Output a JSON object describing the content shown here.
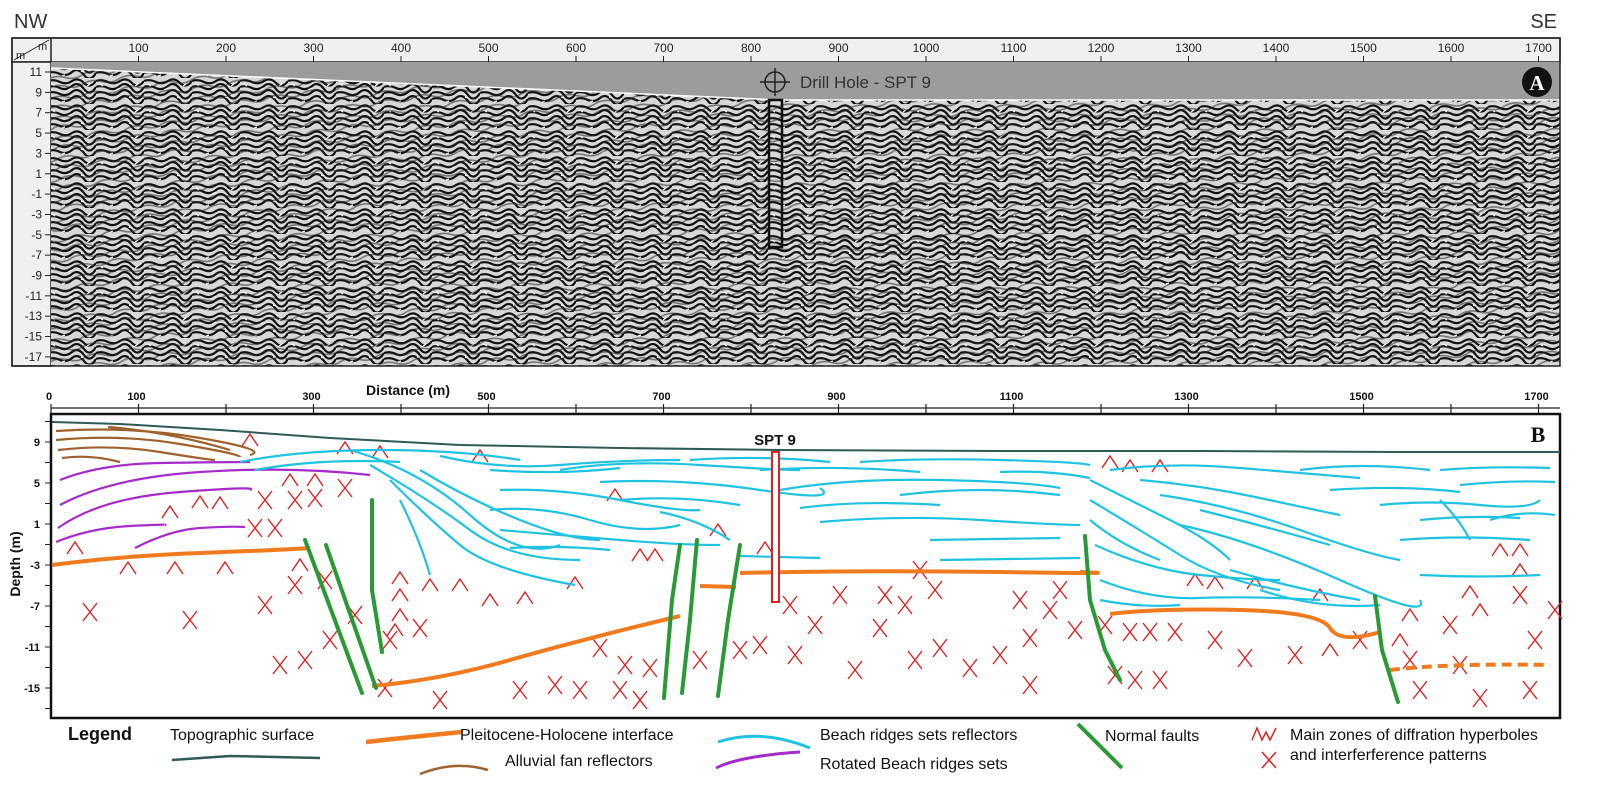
{
  "panel_a": {
    "nw_label": "NW",
    "se_label": "SE",
    "unit_top": "m",
    "unit_left": "m",
    "distance_ticks": [
      "100",
      "200",
      "300",
      "400",
      "500",
      "600",
      "700",
      "800",
      "900",
      "1000",
      "1100",
      "1200",
      "1300",
      "1400",
      "1500",
      "1600",
      "1700"
    ],
    "depth_ticks": [
      "11",
      "9",
      "7",
      "5",
      "3",
      "1",
      "-1",
      "-3",
      "-5",
      "-7",
      "-9",
      "-11",
      "-13",
      "-15",
      "-17"
    ],
    "drill_hole_label": "Drill Hole - SPT 9",
    "panel_letter": "A"
  },
  "panel_b": {
    "x_axis_title": "Distance (m)",
    "y_axis_title": "Depth (m)",
    "distance_ticks": [
      "0",
      "100",
      "300",
      "500",
      "700",
      "900",
      "1100",
      "1300",
      "1500",
      "1700"
    ],
    "depth_ticks": [
      "9",
      "5",
      "1",
      "-3",
      "-7",
      "-11",
      "-15"
    ],
    "spt_label": "SPT 9",
    "panel_letter": "B"
  },
  "legend": {
    "title": "Legend",
    "items": {
      "topographic": "Topographic surface",
      "alluvial": "Alluvial fan reflectors",
      "interface": "Pleitocene-Holocene interface",
      "beach_ridges": "Beach ridges sets reflectors",
      "rotated": "Rotated Beach ridges sets",
      "faults": "Normal faults",
      "diffraction_1": "Main zones of diffration hyperboles",
      "diffraction_2": "and interferference patterns"
    }
  },
  "colors": {
    "topographic": "#2f5a55",
    "alluvial": "#a0622d",
    "interface": "#f07a1e",
    "beach_ridges": "#1fc3e0",
    "rotated": "#a62cc9",
    "faults": "#2a9a36",
    "diffraction": "#e02020",
    "radargram_sky": "#9c9c9c"
  }
}
